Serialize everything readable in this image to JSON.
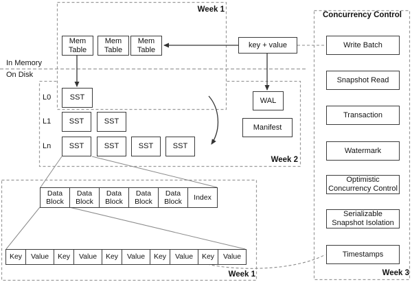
{
  "memory_section": {
    "in_memory_label": "In Memory",
    "on_disk_label": "On Disk",
    "week_label": "Week 1",
    "memtables": [
      "Mem\nTable",
      "Mem\nTable",
      "Mem\nTable"
    ],
    "key_value_label": "key + value"
  },
  "disk_section": {
    "week_label": "Week 2",
    "levels": [
      {
        "name": "L0",
        "ssts": [
          "SST"
        ]
      },
      {
        "name": "L1",
        "ssts": [
          "SST",
          "SST"
        ]
      },
      {
        "name": "Ln",
        "ssts": [
          "SST",
          "SST",
          "SST",
          "SST"
        ]
      }
    ],
    "wal_label": "WAL",
    "manifest_label": "Manifest"
  },
  "sst_detail_section": {
    "week_label": "Week 1",
    "block_cells": [
      "Data\nBlock",
      "Data\nBlock",
      "Data\nBlock",
      "Data\nBlock",
      "Data\nBlock",
      "Index"
    ],
    "kv_cells": [
      "Key",
      "Value",
      "Key",
      "Value",
      "Key",
      "Value",
      "Key",
      "Value",
      "Key",
      "Value"
    ]
  },
  "concurrency_section": {
    "title": "Concurrency Control",
    "week_label": "Week 3",
    "items": [
      "Write Batch",
      "Snapshot Read",
      "Transaction",
      "Watermark",
      "Optimistic\nConcurrency Control",
      "Serializable\nSnapshot Isolation",
      "Timestamps"
    ]
  },
  "colors": {
    "box_border": "#3a3a3a",
    "dashed_line": "#999999",
    "arrow": "#333333",
    "expansion_line": "#8a8a8a",
    "background": "#ffffff",
    "text": "#111111"
  }
}
